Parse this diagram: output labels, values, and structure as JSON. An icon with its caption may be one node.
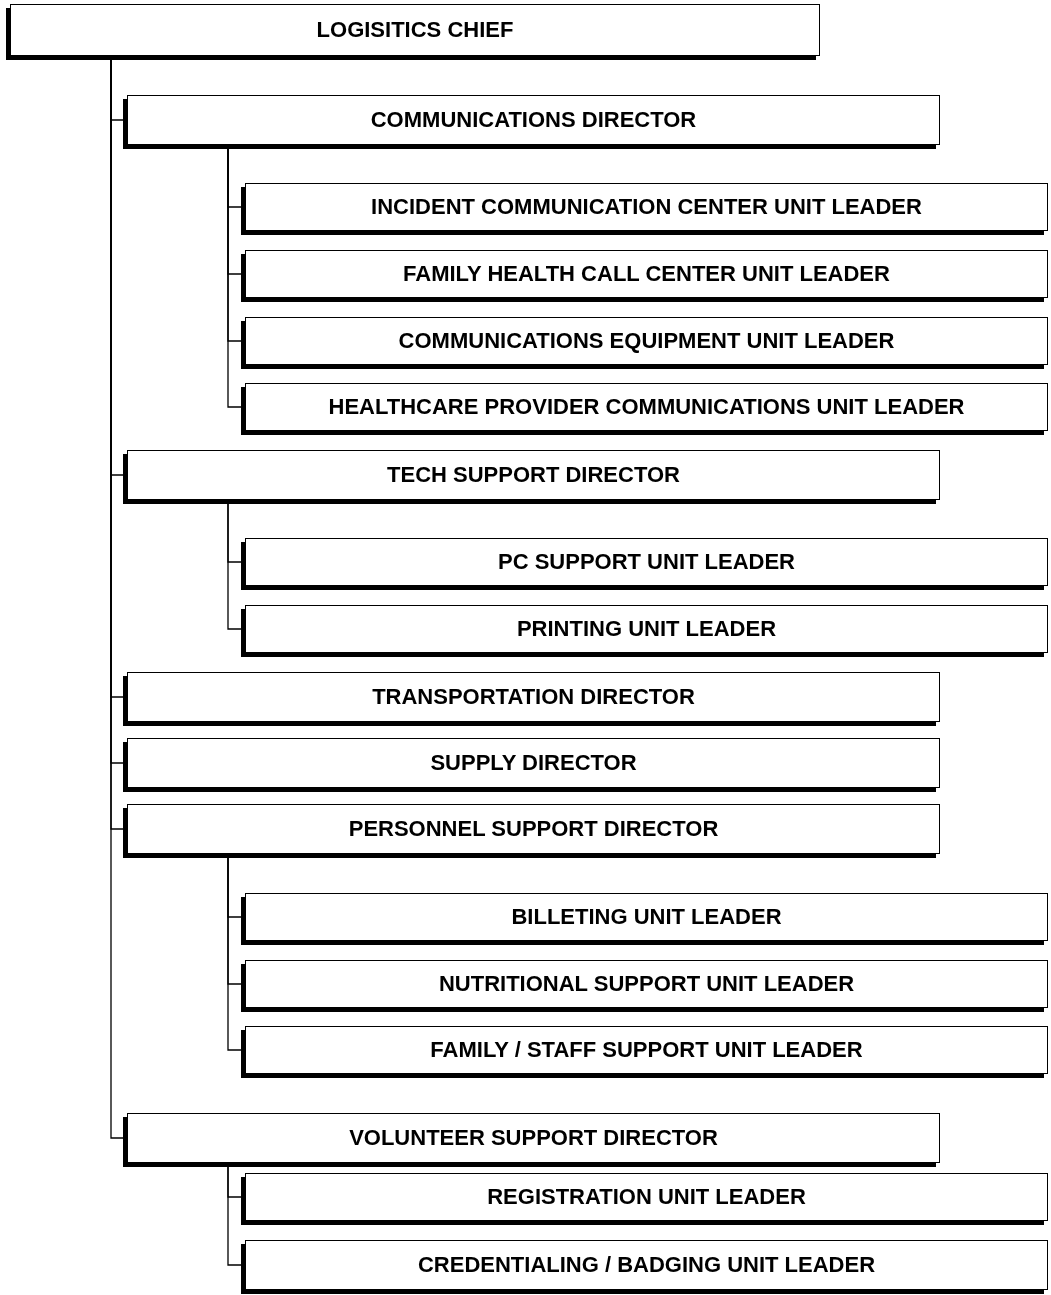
{
  "diagram": {
    "nodes": [
      {
        "text": [
          "LOGISITICS CHIEF"
        ]
      },
      {
        "text": [
          "COMMUNICATIONS DIRECTOR"
        ]
      },
      {
        "text": [
          "INCIDENT COMMUNICATION CENTER UNIT LEADER"
        ]
      },
      {
        "text": [
          "FAMILY HEALTH CALL CENTER UNIT LEADER"
        ]
      },
      {
        "text": [
          "COMMUNICATIONS EQUIPMENT UNIT LEADER"
        ]
      },
      {
        "text": [
          "HEALTHCARE PROVIDER COMMUNICATIONS UNIT LEADER"
        ]
      },
      {
        "text": [
          "TECH SUPPORT DIRECTOR"
        ]
      },
      {
        "text": [
          "PC SUPPORT UNIT LEADER"
        ]
      },
      {
        "text": [
          "PRINTING UNIT LEADER"
        ]
      },
      {
        "text": [
          "TRANSPORTATION DIRECTOR"
        ]
      },
      {
        "text": [
          "SUPPLY DIRECTOR"
        ]
      },
      {
        "text": [
          "PERSONNEL SUPPORT DIRECTOR"
        ]
      },
      {
        "text": [
          "BILLETING UNIT LEADER"
        ]
      },
      {
        "text": [
          "NUTRITIONAL SUPPORT UNIT LEADER"
        ]
      },
      {
        "text": [
          "FAMILY / STAFF SUPPORT UNIT LEADER"
        ]
      },
      {
        "text": [
          "VOLUNTEER SUPPORT DIRECTOR"
        ]
      },
      {
        "text": [
          "REGISTRATION UNIT LEADER"
        ]
      },
      {
        "text": [
          "CREDENTIALING / BADGING UNIT LEADER"
        ]
      }
    ],
    "edges": [
      {
        "from": 0,
        "to": 1,
        "arrow": "none"
      },
      {
        "from": 1,
        "to": 2,
        "arrow": "none"
      },
      {
        "from": 1,
        "to": 3,
        "arrow": "none"
      },
      {
        "from": 1,
        "to": 4,
        "arrow": "none"
      },
      {
        "from": 1,
        "to": 5,
        "arrow": "none"
      },
      {
        "from": 0,
        "to": 6,
        "arrow": "none"
      },
      {
        "from": 6,
        "to": 7,
        "arrow": "none"
      },
      {
        "from": 6,
        "to": 8,
        "arrow": "none"
      },
      {
        "from": 0,
        "to": 9,
        "arrow": "none"
      },
      {
        "from": 0,
        "to": 10,
        "arrow": "none"
      },
      {
        "from": 0,
        "to": 11,
        "arrow": "none"
      },
      {
        "from": 11,
        "to": 12,
        "arrow": "none"
      },
      {
        "from": 11,
        "to": 13,
        "arrow": "none"
      },
      {
        "from": 11,
        "to": 14,
        "arrow": "none"
      },
      {
        "from": 0,
        "to": 15,
        "arrow": "none"
      },
      {
        "from": 15,
        "to": 16,
        "arrow": "none"
      },
      {
        "from": 15,
        "to": 17,
        "arrow": "none"
      }
    ]
  }
}
